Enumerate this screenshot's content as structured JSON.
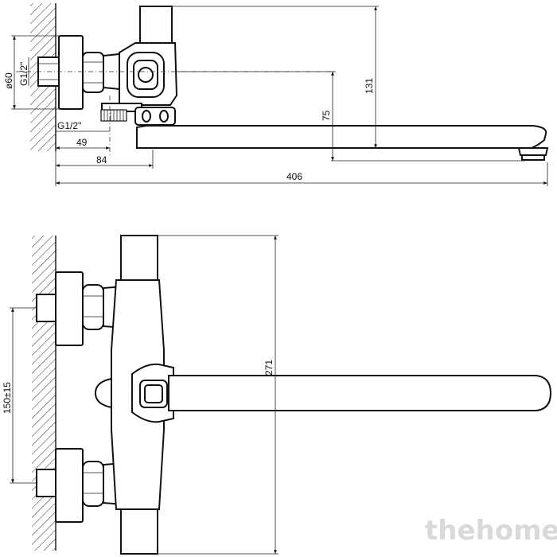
{
  "top_view": {
    "dims": {
      "d60": "ø60",
      "g12_side": "G1/2\"",
      "g12_bottom": "G1/2''",
      "d49": "49",
      "d84": "84",
      "d406": "406",
      "d75": "75",
      "d131": "131"
    }
  },
  "front_view": {
    "dims": {
      "d150": "150±15",
      "d271": "271"
    }
  },
  "watermark": "thehome"
}
